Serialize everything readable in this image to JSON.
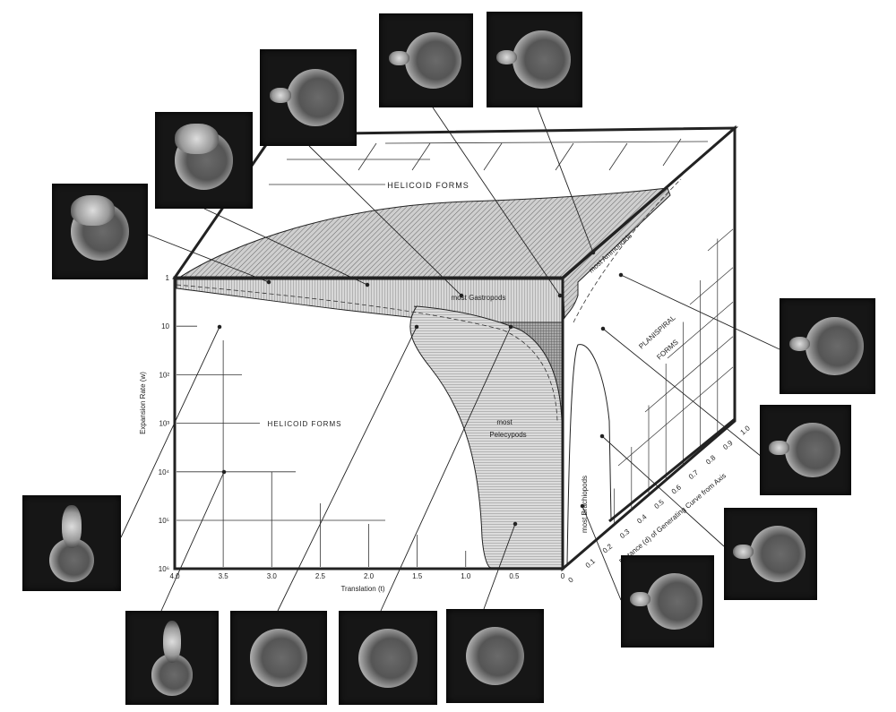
{
  "labels": {
    "top_helicoid": "HELICOID FORMS",
    "front_helicoid": "HELICOID FORMS",
    "gastropods": "most Gastropods",
    "pelecypods_1": "most",
    "pelecypods_2": "Pelecypods",
    "ammonoids": "most Ammonoids",
    "planispiral_1": "PLANISPIRAL",
    "planispiral_2": "FORMS",
    "brachiopods": "most Brachiopods"
  },
  "axes": {
    "w": {
      "label": "Expansion Rate (w)",
      "ticks": [
        "1",
        "10",
        "10²",
        "10³",
        "10⁴",
        "10⁵",
        "10⁶"
      ]
    },
    "t": {
      "label": "Translation (t)",
      "ticks": [
        "4.0",
        "3.5",
        "3.0",
        "2.5",
        "2.0",
        "1.5",
        "1.0",
        "0.5",
        "0"
      ],
      "values": [
        4.0,
        3.5,
        3.0,
        2.5,
        2.0,
        1.5,
        1.0,
        0.5,
        0
      ]
    },
    "d": {
      "label": "Distance (d) of Generating Curve from Axis",
      "ticks": [
        "0",
        "0.1",
        "0.2",
        "0.3",
        "0.4",
        "0.5",
        "0.6",
        "0.7",
        "0.8",
        "0.9",
        "1.0"
      ],
      "values": [
        0,
        0.1,
        0.2,
        0.3,
        0.4,
        0.5,
        0.6,
        0.7,
        0.8,
        0.9,
        1.0
      ]
    }
  },
  "colors": {
    "ink": "#222222",
    "shade": "#9a9a9a",
    "photo_bg": "#161616"
  },
  "photos_count_shown": 14
}
